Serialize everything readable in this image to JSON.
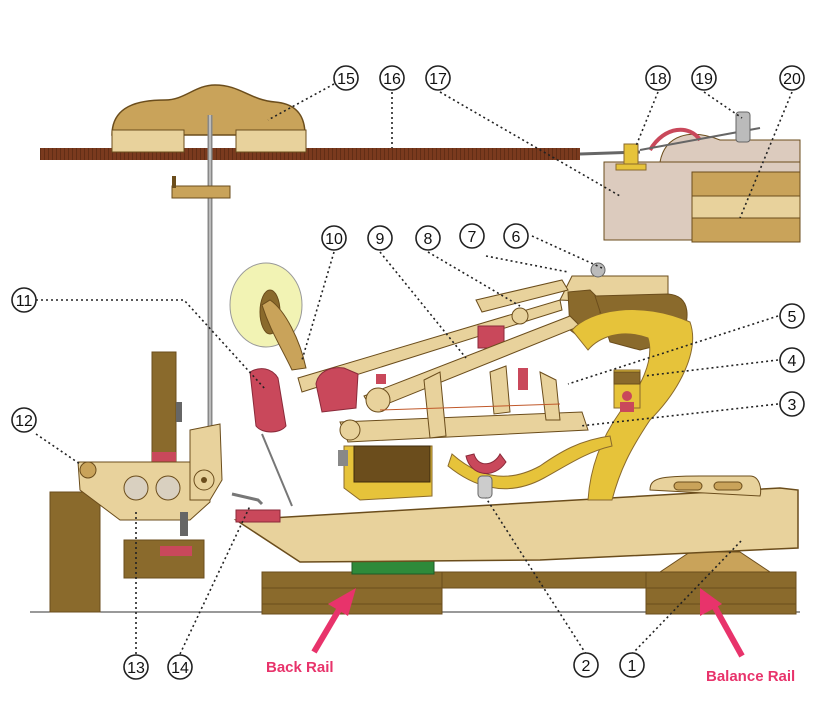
{
  "diagram": {
    "part_numbers": [
      "1",
      "2",
      "3",
      "4",
      "5",
      "6",
      "7",
      "8",
      "9",
      "10",
      "11",
      "12",
      "13",
      "14",
      "15",
      "16",
      "17",
      "18",
      "19",
      "20"
    ],
    "rail_labels": {
      "back_rail": "Back Rail",
      "balance_rail": "Balance Rail"
    },
    "colors": {
      "label_stroke": "#222222",
      "rail_label": "#e8336b",
      "wood_light": "#e8d29c",
      "wood_mid": "#c9a35a",
      "wood_dark": "#8a6a2c",
      "wood_brown": "#6b4d1c",
      "felt_red": "#c9485b",
      "spring_yellow": "#e6c33a",
      "hammer_glow": "#f2f3b4",
      "green_punching": "#2e8a3a",
      "string_brown": "#7a3a1e"
    }
  }
}
